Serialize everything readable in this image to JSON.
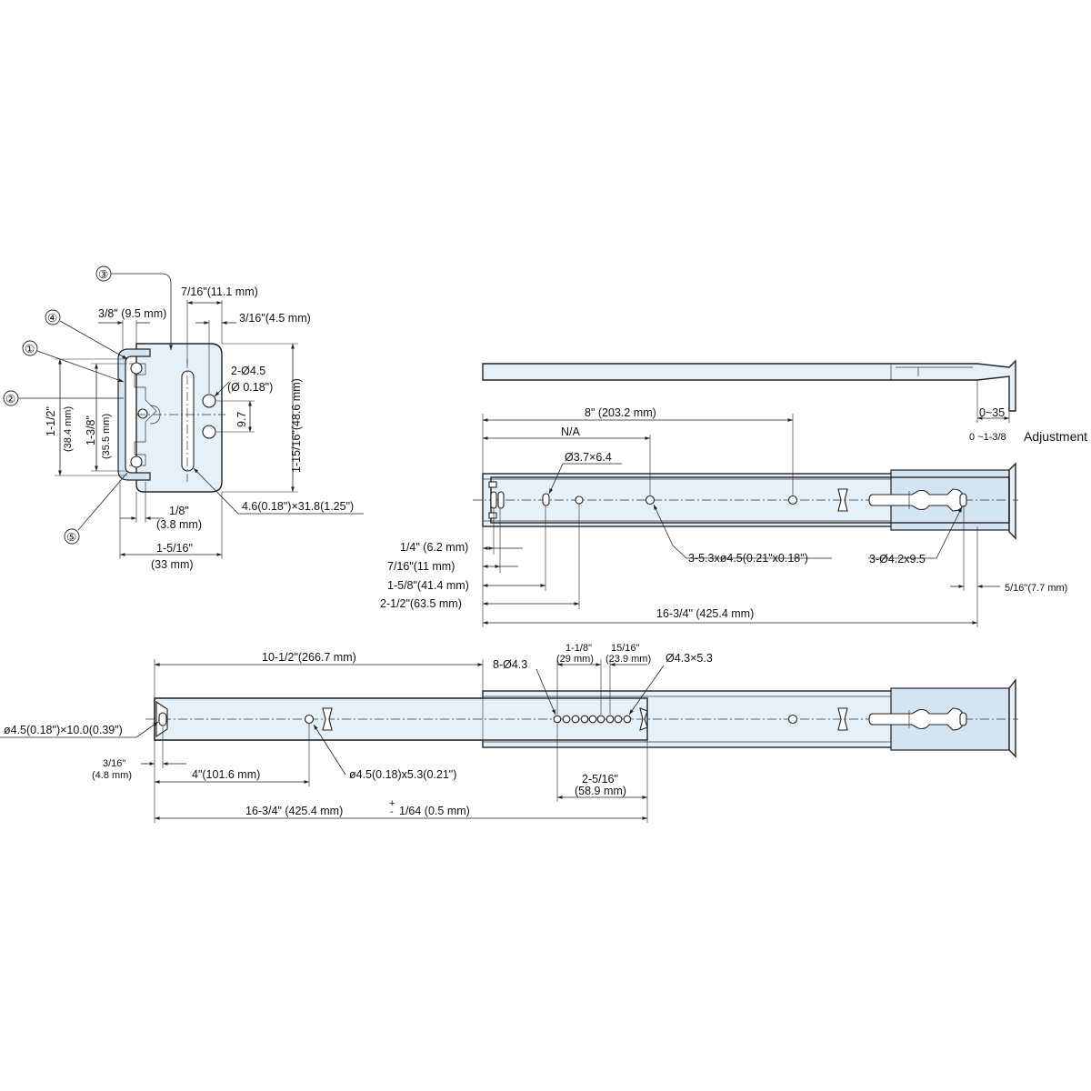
{
  "end_view": {
    "callouts": [
      "①",
      "②",
      "③",
      "④",
      "⑤"
    ],
    "dims": {
      "d_7_16": "7/16\"(11.1 mm)",
      "d_3_8": "3/8\" (9.5 mm)",
      "d_3_16": "3/16\"(4.5 mm)",
      "d_holes": "2-Ø4.5",
      "d_holes_in": "(Ø 0.18\")",
      "d_9_7": "9.7",
      "d_1_1_2": "1-1/2\"",
      "d_1_1_2_mm": "(38.4 mm)",
      "d_1_3_8": "1-3/8\"",
      "d_1_3_8_mm": "(35.5 mm)",
      "d_1_15_16": "1-15/16\"(48.6 mm)",
      "d_slot": "4.6(0.18\")×31.8(1.25\")",
      "d_1_8": "1/8\"",
      "d_1_8_mm": "(3.8 mm)",
      "d_1_5_16": "1-5/16\"",
      "d_1_5_16_mm": "(33 mm)"
    }
  },
  "top_view": {
    "d_adj": "0~35",
    "d_adj_in": "0  ~1-3/8",
    "adjustment": "Adjustment"
  },
  "middle_view": {
    "d_8": "8\" (203.2 mm)",
    "d_na": "N/A",
    "d_slot": "Ø3.7×6.4",
    "d_1_4": "1/4\" (6.2 mm)",
    "d_7_16": "7/16\"(11 mm)",
    "d_1_5_8": "1-5/8\"(41.4 mm)",
    "d_2_1_2": "2-1/2\"(63.5 mm)",
    "d_holes3": "3-5.3xø4.5(0.21\"x0.18\")",
    "d_holes3b": "3-Ø4.2x9.5",
    "d_5_16": "5/16\"(7.7 mm)",
    "d_16_3_4": "16-3/4\" (425.4 mm)"
  },
  "bottom_view": {
    "d_10_1_2": "10-1/2\"(266.7 mm)",
    "d_8_holes": "8-Ø4.3",
    "d_1_1_8": "1-1/8\"",
    "d_1_1_8_mm": "(29 mm)",
    "d_15_16": "15/16\"",
    "d_15_16_mm": "(23.9 mm)",
    "d_slot43": "Ø4.3×5.3",
    "d_left_slot": "ø4.5(0.18\")×10.0(0.39\")",
    "d_3_16": "3/16\"",
    "d_3_16_mm": "(4.8 mm)",
    "d_4": "4\"(101.6 mm)",
    "d_slot45": "ø4.5(0.18)x5.3(0.21\")",
    "d_2_5_16": "2-5/16\"",
    "d_2_5_16_mm": "(58.9 mm)",
    "d_total": "16-3/4\" (425.4 mm) ",
    "d_tol": "+",
    "d_tol2": "-",
    "d_tol_val": "1/64 (0.5 mm)"
  },
  "colors": {
    "fill": "#e6f0f8",
    "stroke": "#222222"
  }
}
